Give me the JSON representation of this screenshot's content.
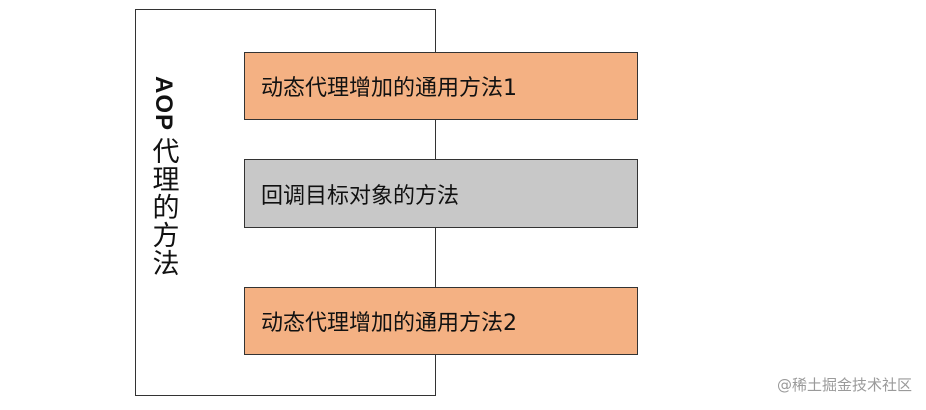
{
  "diagram": {
    "container_label_latin": "AOP",
    "container_label_cjk": "代理的方法",
    "steps": [
      {
        "label": "动态代理增加的通用方法1",
        "color": "#f4b183"
      },
      {
        "label": "回调目标对象的方法",
        "color": "#c8c8c8"
      },
      {
        "label": "动态代理增加的通用方法2",
        "color": "#f4b183"
      }
    ],
    "border_color": "#333333"
  },
  "watermark": "@稀土掘金技术社区"
}
